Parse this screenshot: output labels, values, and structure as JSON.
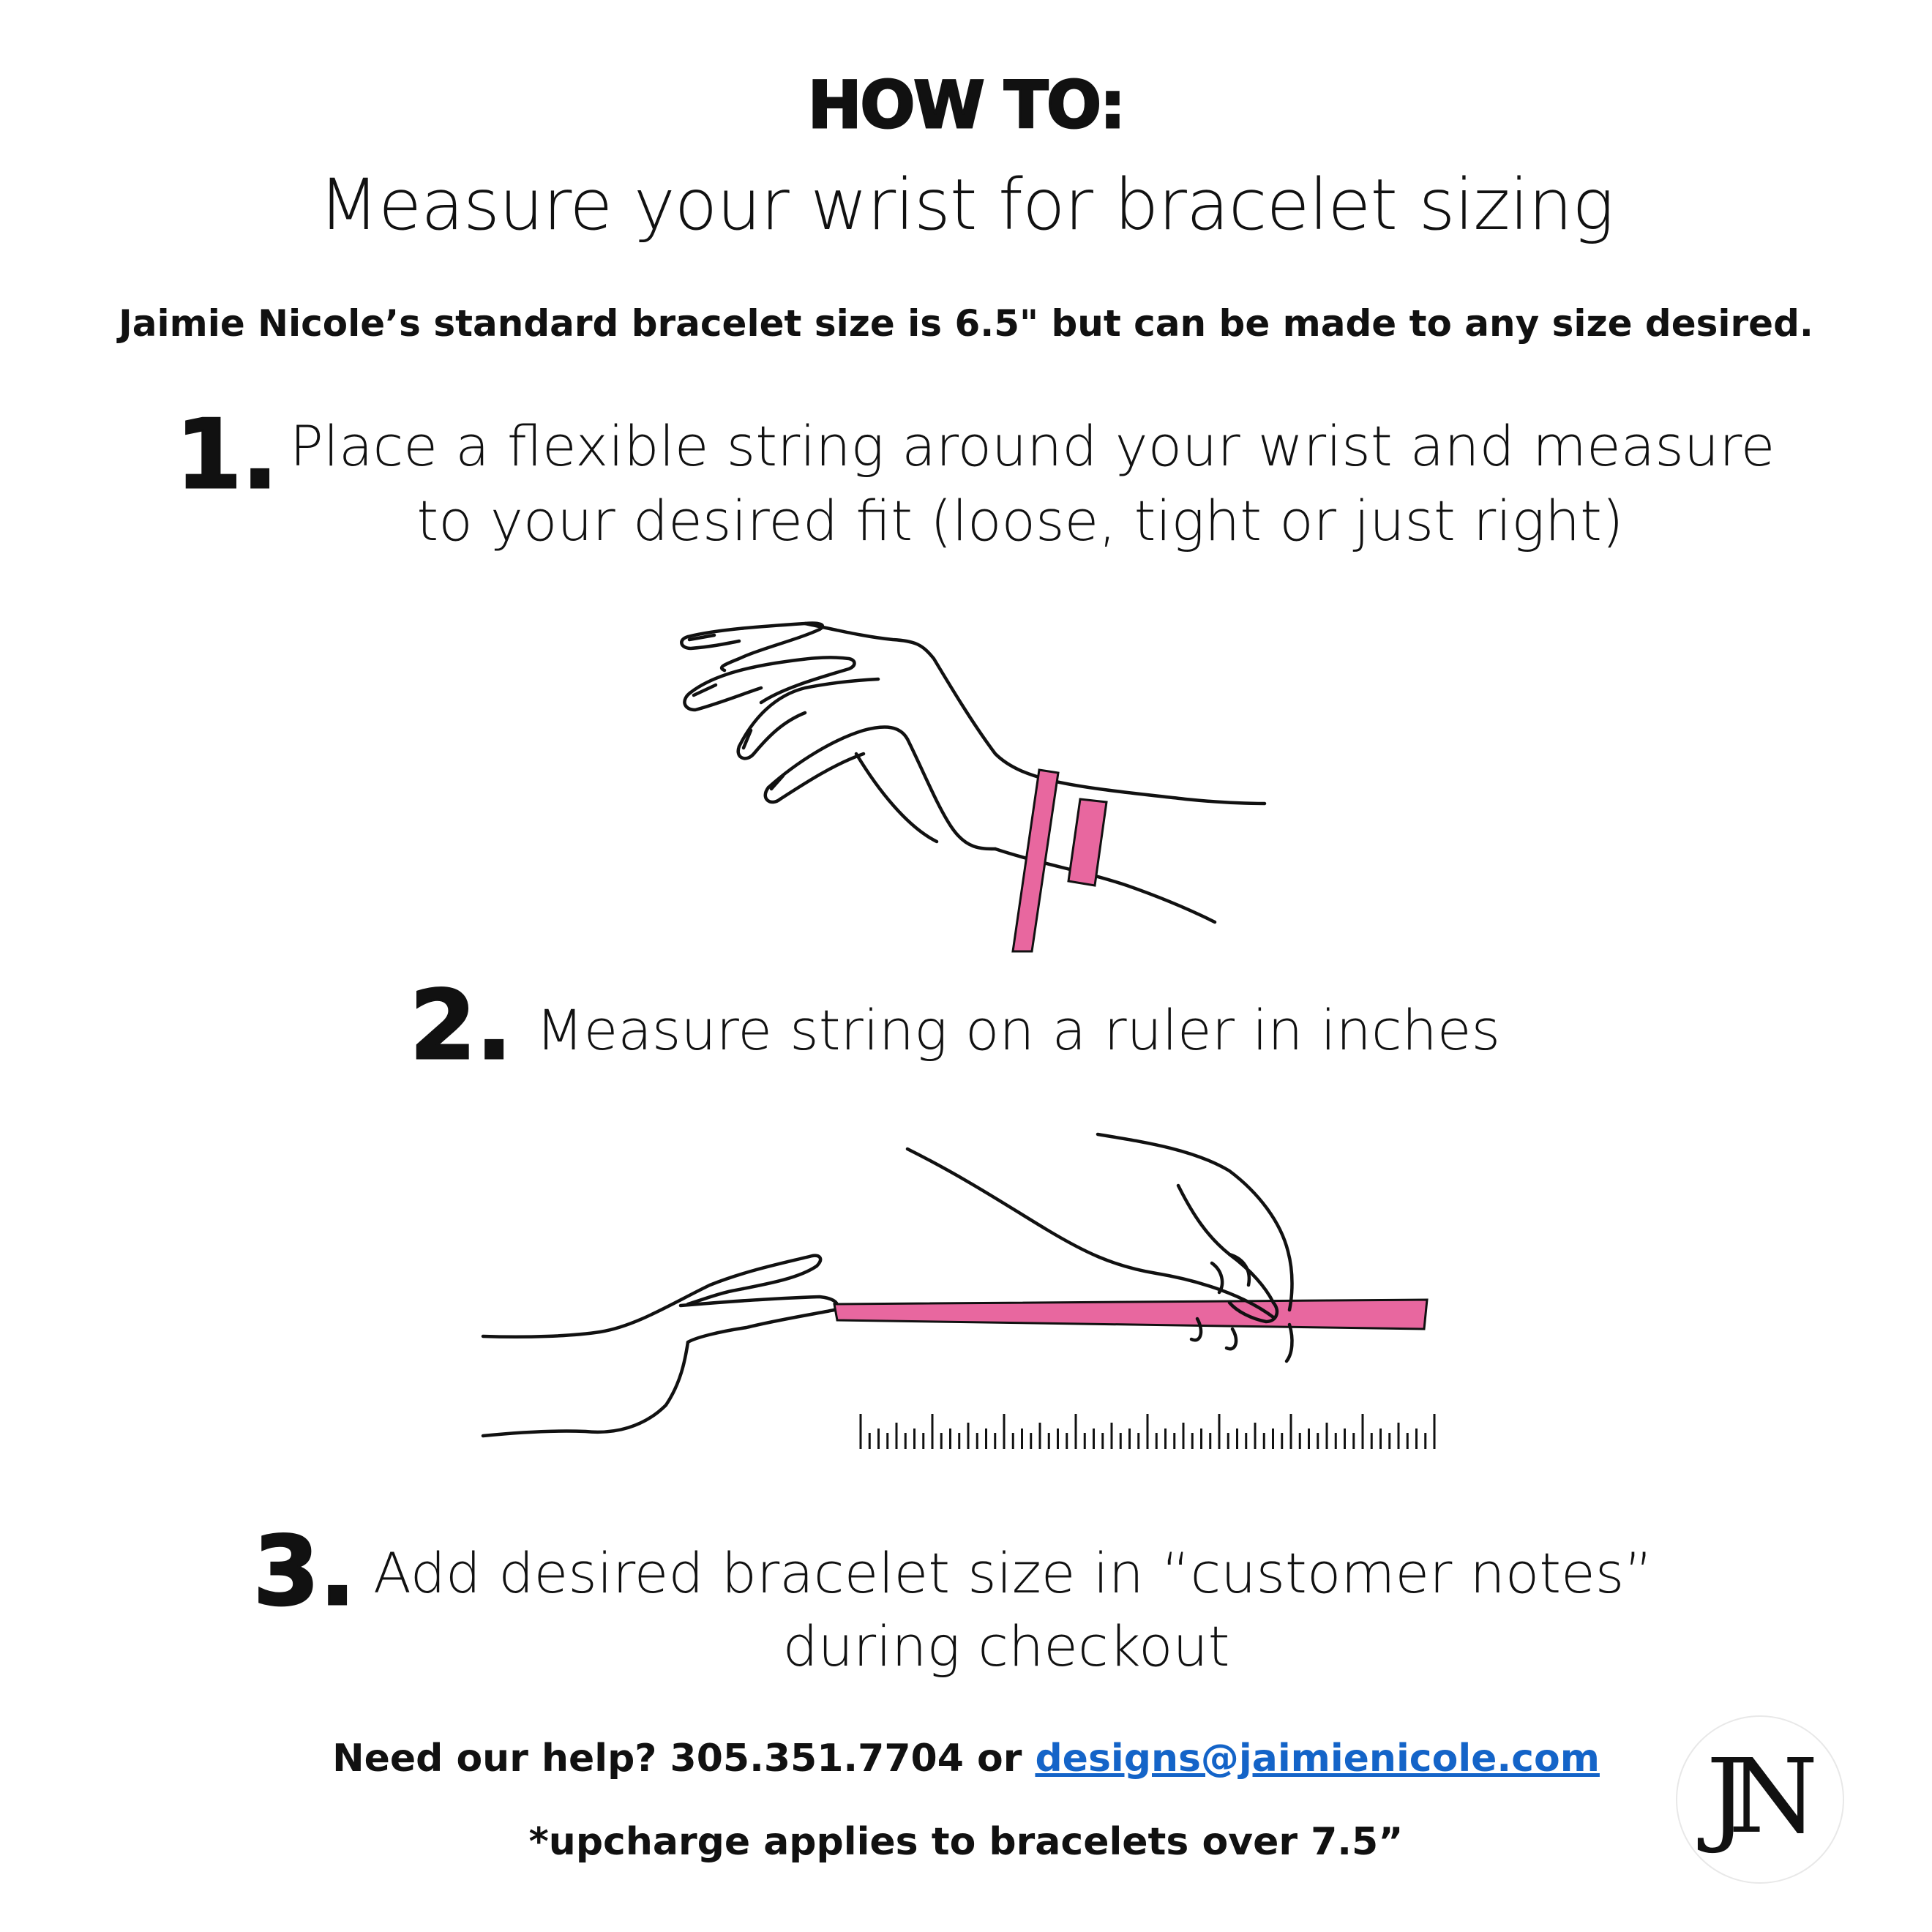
{
  "header": {
    "title": "HOW TO:",
    "subtitle": "Measure your wrist for bracelet sizing",
    "note": "Jaimie Nicole’s standard bracelet size is 6.5\" but can be made to any size desired."
  },
  "steps": [
    {
      "number": "1.",
      "line1": "Place a flexible string around your wrist and measure",
      "line2": "to your desired fit (loose, tight or just right)"
    },
    {
      "number": "2.",
      "line1": "Measure string on a ruler in inches"
    },
    {
      "number": "3.",
      "line1": "Add desired bracelet size in “customer notes”",
      "line2": "during checkout"
    }
  ],
  "footer": {
    "help_prefix": "Need our help? 305.351.7704 or ",
    "help_email": "designs@jaimienicole.com",
    "upcharge": "*upcharge applies to bracelets over 7.5”"
  },
  "logo": {
    "text": "JN"
  },
  "colors": {
    "accent_pink": "#e8679f",
    "link_blue": "#1464c8",
    "text": "#111111"
  },
  "illustrations": [
    {
      "name": "wrist-with-string-illustration"
    },
    {
      "name": "hands-measuring-on-ruler-illustration"
    }
  ]
}
